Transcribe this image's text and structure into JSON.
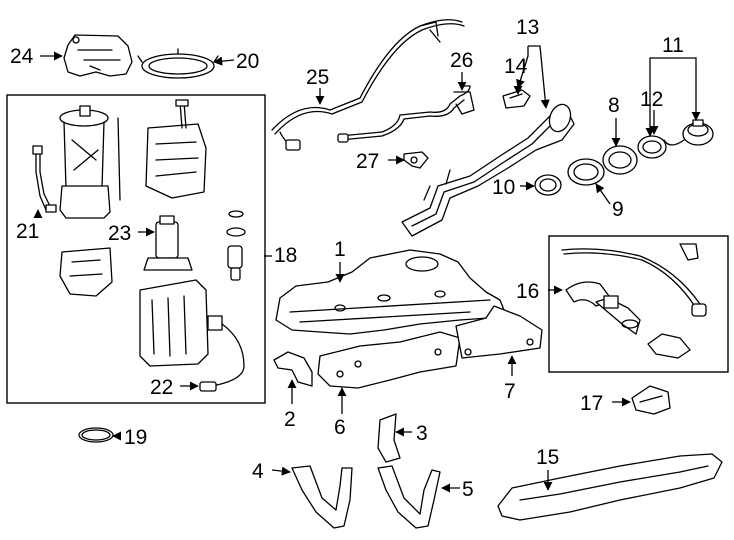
{
  "callouts": {
    "c1": "1",
    "c2": "2",
    "c3": "3",
    "c4": "4",
    "c5": "5",
    "c6": "6",
    "c7": "7",
    "c8": "8",
    "c9": "9",
    "c10": "10",
    "c11": "11",
    "c12": "12",
    "c13": "13",
    "c14": "14",
    "c15": "15",
    "c16": "16",
    "c17": "17",
    "c18": "18",
    "c19": "19",
    "c20": "20",
    "c21": "21",
    "c22": "22",
    "c23": "23",
    "c24": "24",
    "c25": "25",
    "c26": "26",
    "c27": "27"
  }
}
